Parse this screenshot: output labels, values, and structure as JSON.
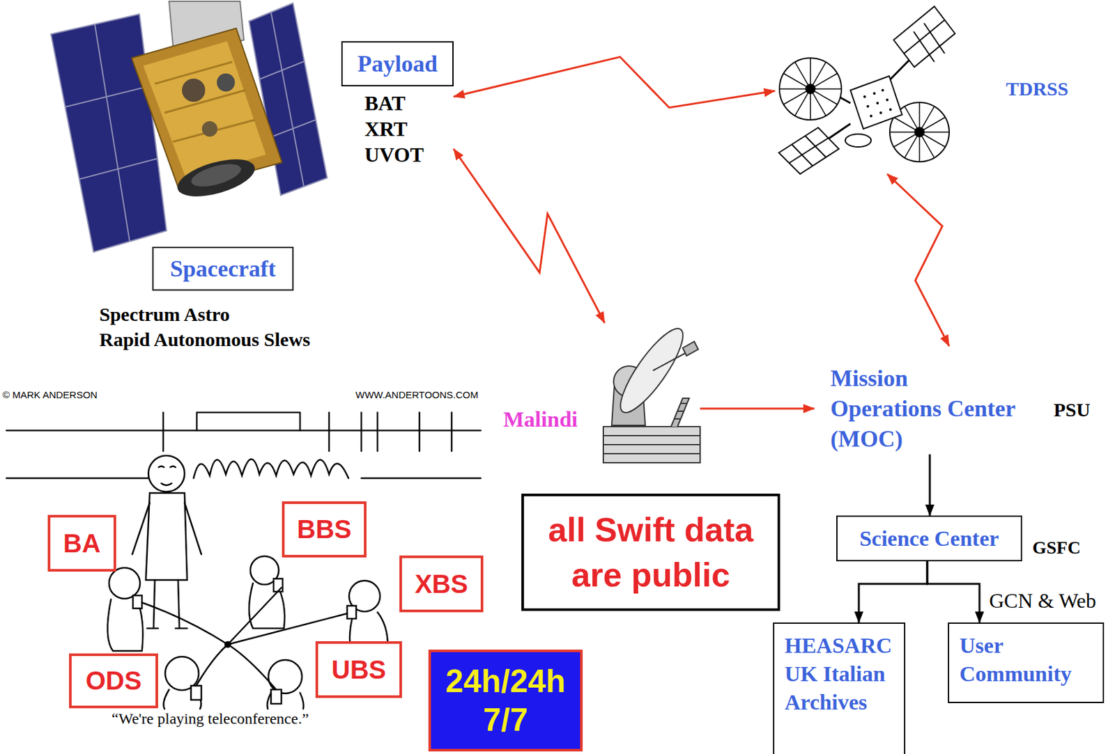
{
  "diagram": {
    "nodes": [
      {
        "text": [
          "Payload",
          "BAT XRT UVOT"
        ]
      },
      {
        "text": [
          "TDRSS"
        ]
      },
      {
        "text": [
          "Spacecraft",
          "Spectrum Astro",
          "Rapid Autonomous Slews"
        ]
      },
      {
        "text": [
          "Malindi"
        ]
      },
      {
        "text": [
          "Mission Operations Center (MOC)",
          "PSU"
        ]
      },
      {
        "text": [
          "all Swift data are public"
        ]
      },
      {
        "text": [
          "Science Center",
          "GSFC"
        ]
      },
      {
        "text": [
          "BA"
        ]
      },
      {
        "text": [
          "BBS"
        ]
      },
      {
        "text": [
          "XBS"
        ]
      },
      {
        "text": [
          "HEASARC UK Italian Archives"
        ]
      },
      {
        "text": [
          "User Community"
        ]
      },
      {
        "text": [
          "ODS"
        ]
      },
      {
        "text": [
          "UBS"
        ]
      },
      {
        "text": [
          "24h/24h 7/7"
        ]
      }
    ],
    "edges": [
      {
        "from": 0,
        "to": 1,
        "arrow": "both"
      },
      {
        "from": 0,
        "to": 3,
        "arrow": "both"
      },
      {
        "from": 1,
        "to": 4,
        "arrow": "both"
      },
      {
        "from": 3,
        "to": 4,
        "arrow": "to"
      },
      {
        "from": 4,
        "to": 6,
        "arrow": "to"
      },
      {
        "from": 6,
        "to": 10,
        "arrow": "to"
      },
      {
        "from": 6,
        "to": 11,
        "label": "GCN & Web",
        "arrow": "to"
      }
    ],
    "labels": [
      "© MARK ANDERSON",
      "WWW.ANDERTOONS.COM",
      "“We're playing teleconference.”"
    ]
  }
}
